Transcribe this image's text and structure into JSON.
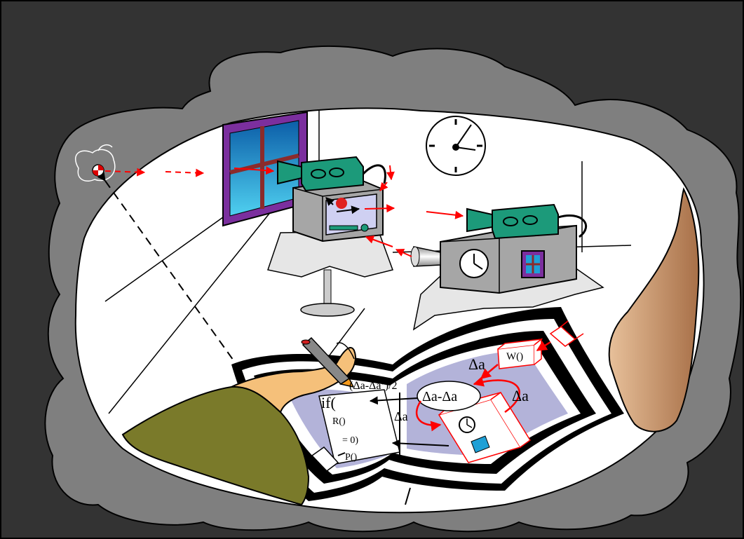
{
  "labels": {
    "delta_a_top": "Δa",
    "w_func": "W()",
    "avg_expr": "(Δa-Δa’)/2",
    "delta_diff": "Δa-Δa",
    "delta_a_right": "Δa",
    "delta_a_left": "Δa",
    "if_kw": "if(",
    "r_call": "R()",
    "eq_zero": "= 0)",
    "p_call": "P()"
  },
  "colors": {
    "background": "#333333",
    "cave_rock": "#7f7f7f",
    "room_white": "#ffffff",
    "window_frame": "#7b2f9e",
    "window_glass": "#1fa0d6",
    "camera_body": "#1c9a7a",
    "monitor_body": "#a6a6a6",
    "book_page": "#b3b3d9",
    "arrow_red": "#ff0000",
    "hand_skin": "#f5c07a",
    "sleeve": "#7a7a2a",
    "curtain_tan": "#c8966a"
  }
}
